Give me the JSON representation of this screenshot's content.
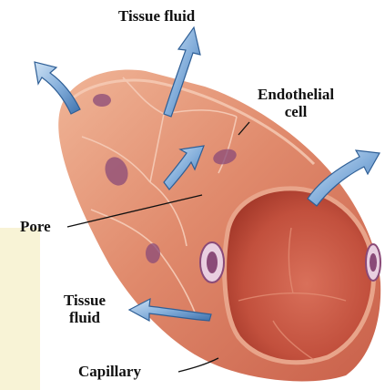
{
  "labels": {
    "tissue_fluid_top": "Tissue fluid",
    "endothelial_line1": "Endothelial",
    "endothelial_line2": "cell",
    "pore": "Pore",
    "tissue_fluid_left_line1": "Tissue",
    "tissue_fluid_left_line2": "fluid",
    "capillary": "Capillary"
  },
  "colors": {
    "vessel_outer": "#d9795f",
    "vessel_light": "#eba388",
    "vessel_inner": "#c9553f",
    "lumen_dark": "#b2412f",
    "cell_border": "#f4c7b2",
    "nucleus": "#8a4a78",
    "arrow_fill": "#7fa8d6",
    "arrow_edge": "#2f5f96",
    "leader_line": "#111111",
    "side_panel": "#f8f3d6"
  }
}
